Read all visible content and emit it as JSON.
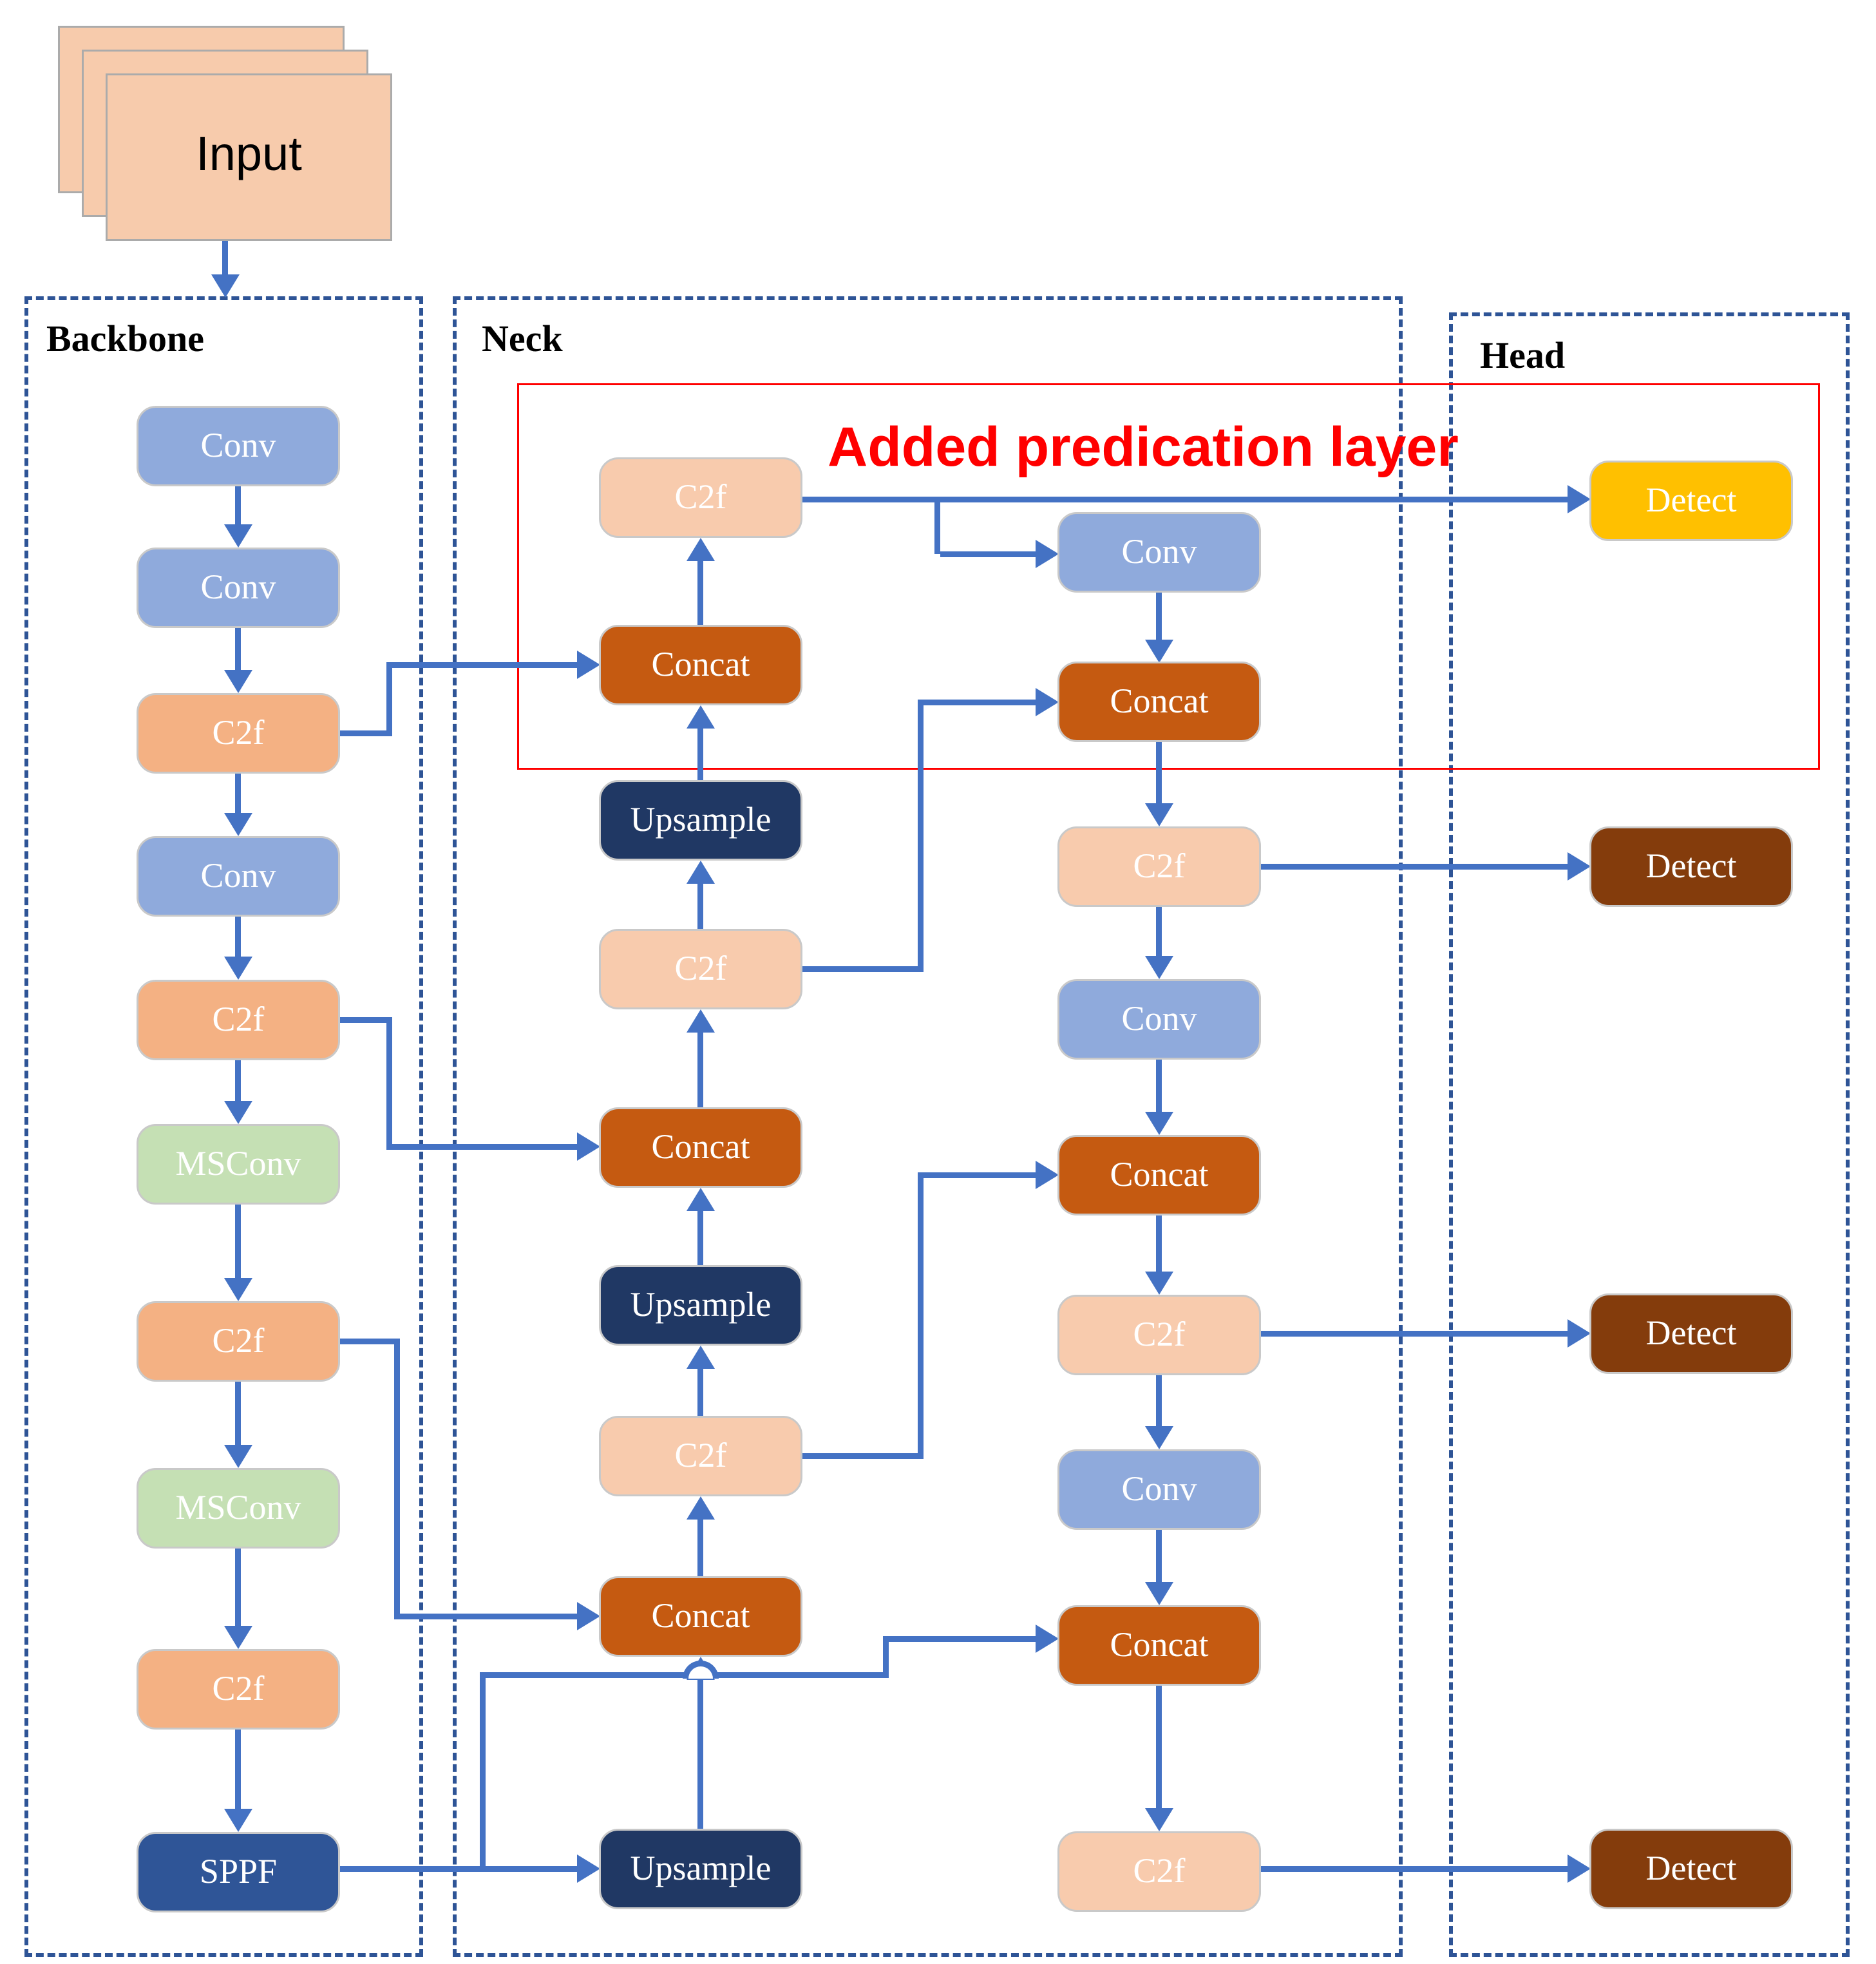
{
  "input": {
    "label": "Input"
  },
  "regions": {
    "backbone": {
      "label": "Backbone"
    },
    "neck": {
      "label": "Neck"
    },
    "head": {
      "label": "Head"
    }
  },
  "annotation": {
    "label": "Added predication layer",
    "color": "#FF0000"
  },
  "nodes": {
    "backbone": [
      {
        "id": "bb1",
        "label": "Conv"
      },
      {
        "id": "bb2",
        "label": "Conv"
      },
      {
        "id": "bb3",
        "label": "C2f"
      },
      {
        "id": "bb4",
        "label": "Conv"
      },
      {
        "id": "bb5",
        "label": "C2f"
      },
      {
        "id": "bb6",
        "label": "MSConv"
      },
      {
        "id": "bb7",
        "label": "C2f"
      },
      {
        "id": "bb8",
        "label": "MSConv"
      },
      {
        "id": "bb9",
        "label": "C2f"
      },
      {
        "id": "bb10",
        "label": "SPPF"
      }
    ],
    "neck_left": [
      {
        "id": "nl1",
        "label": "C2f"
      },
      {
        "id": "nl2",
        "label": "Concat"
      },
      {
        "id": "nl3",
        "label": "Upsample"
      },
      {
        "id": "nl4",
        "label": "C2f"
      },
      {
        "id": "nl5",
        "label": "Concat"
      },
      {
        "id": "nl6",
        "label": "Upsample"
      },
      {
        "id": "nl7",
        "label": "C2f"
      },
      {
        "id": "nl8",
        "label": "Concat"
      },
      {
        "id": "nl9",
        "label": "Upsample"
      }
    ],
    "neck_right": [
      {
        "id": "nr1",
        "label": "Conv"
      },
      {
        "id": "nr2",
        "label": "Concat"
      },
      {
        "id": "nr3",
        "label": "C2f"
      },
      {
        "id": "nr4",
        "label": "Conv"
      },
      {
        "id": "nr5",
        "label": "Concat"
      },
      {
        "id": "nr6",
        "label": "C2f"
      },
      {
        "id": "nr7",
        "label": "Conv"
      },
      {
        "id": "nr8",
        "label": "Concat"
      },
      {
        "id": "nr9",
        "label": "C2f"
      }
    ],
    "head": [
      {
        "id": "hd1",
        "label": "Detect"
      },
      {
        "id": "hd2",
        "label": "Detect"
      },
      {
        "id": "hd3",
        "label": "Detect"
      },
      {
        "id": "hd4",
        "label": "Detect"
      }
    ]
  },
  "colors": {
    "conv_block": "#8FAADC",
    "c2f_backbone": "#F4B183",
    "c2f_neck": "#F8CBAD",
    "msconv": "#C5E0B4",
    "sppf": "#2F5597",
    "upsample": "#203864",
    "concat": "#C55A11",
    "detect_added": "#FFC000",
    "detect": "#843C0C",
    "arrow": "#4472C4",
    "region_border": "#2E5496",
    "input_fill": "#F7CBAC",
    "annotation_border": "#FF0000"
  },
  "edges": [
    {
      "from": "input",
      "to": "bb1"
    },
    {
      "from": "bb1",
      "to": "bb2"
    },
    {
      "from": "bb2",
      "to": "bb3"
    },
    {
      "from": "bb3",
      "to": "bb4"
    },
    {
      "from": "bb4",
      "to": "bb5"
    },
    {
      "from": "bb5",
      "to": "bb6"
    },
    {
      "from": "bb6",
      "to": "bb7"
    },
    {
      "from": "bb7",
      "to": "bb8"
    },
    {
      "from": "bb8",
      "to": "bb9"
    },
    {
      "from": "bb9",
      "to": "bb10"
    },
    {
      "from": "bb3",
      "to": "nl2"
    },
    {
      "from": "bb5",
      "to": "nl5"
    },
    {
      "from": "bb7",
      "to": "nl8"
    },
    {
      "from": "bb10",
      "to": "nl9"
    },
    {
      "from": "bb10",
      "to": "nr8"
    },
    {
      "from": "nl9",
      "to": "nl8"
    },
    {
      "from": "nl8",
      "to": "nl7"
    },
    {
      "from": "nl7",
      "to": "nl6"
    },
    {
      "from": "nl6",
      "to": "nl5"
    },
    {
      "from": "nl5",
      "to": "nl4"
    },
    {
      "from": "nl4",
      "to": "nl3"
    },
    {
      "from": "nl3",
      "to": "nl2"
    },
    {
      "from": "nl2",
      "to": "nl1"
    },
    {
      "from": "nl1",
      "to": "hd1"
    },
    {
      "from": "nl1",
      "to": "nr1"
    },
    {
      "from": "nl4",
      "to": "nr2"
    },
    {
      "from": "nl7",
      "to": "nr5"
    },
    {
      "from": "nr1",
      "to": "nr2"
    },
    {
      "from": "nr2",
      "to": "nr3"
    },
    {
      "from": "nr3",
      "to": "nr4"
    },
    {
      "from": "nr4",
      "to": "nr5"
    },
    {
      "from": "nr5",
      "to": "nr6"
    },
    {
      "from": "nr6",
      "to": "nr7"
    },
    {
      "from": "nr7",
      "to": "nr8"
    },
    {
      "from": "nr8",
      "to": "nr9"
    },
    {
      "from": "nr3",
      "to": "hd2"
    },
    {
      "from": "nr6",
      "to": "hd3"
    },
    {
      "from": "nr9",
      "to": "hd4"
    }
  ]
}
